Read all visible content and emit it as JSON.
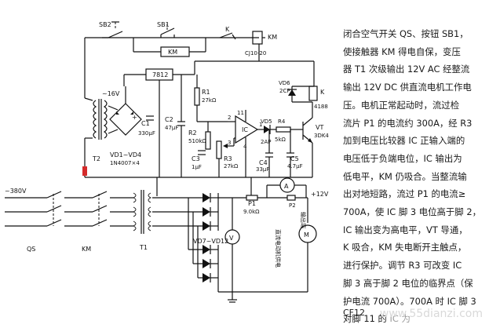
{
  "labels": {
    "sb2": "SB2",
    "sb1": "SB1",
    "k_top": "K",
    "km_coil": "KM",
    "cj": "CJ10-20",
    "km_contact": "KM",
    "ic7812": "7812",
    "v16": "~16V",
    "t2": "T2",
    "c1": "C1",
    "c1v": "330μF",
    "c2": "C2",
    "c2v": "47μF",
    "r1": "R1",
    "r1v": "27kΩ",
    "vd1": "VD1~VD4",
    "vd1t": "1N4007×4",
    "r2": "R2",
    "r2v": "510kΩ",
    "c3": "C3",
    "c3v": "1μF",
    "r3": "R3",
    "r3v": "27kΩ",
    "pin2": "2",
    "pin3": "3",
    "pin11": "11",
    "pin4": "4",
    "pin1": "1",
    "ic_label": "IC",
    "vd5": "VD5",
    "vd5t": "2AP",
    "r4": "R4",
    "r4v": "5kΩ",
    "c4": "C4",
    "c4v": "33μF",
    "c5": "C5",
    "c5v": "4.7μF",
    "vd6": "VD6",
    "vd6t": "2CP",
    "k_coil": "K",
    "k_coil_t": "4188",
    "vt": "VT",
    "vt_t": "3DK4",
    "ac380": "~380V",
    "qs": "QS",
    "km_main": "KM",
    "t1": "T1",
    "p1": "P1",
    "p1v": "9.0kΩ",
    "p2": "P2",
    "plus12": "+12V",
    "ammeter": "A",
    "voltmeter": "V",
    "motor": "M",
    "vd7": "VD7~VD12",
    "output": "输出端",
    "output2": "直流电动机供电"
  },
  "description": {
    "lines": [
      "闭合空气开关 QS、按钮 SB1，",
      "使接触器 KM 得电自保，变压",
      "器 T1 次级输出 12V AC 经整流",
      "输出 12V DC 供直流电机工作电",
      "压。电机正常起动时，流过检",
      "流片 P1 的电流约 300A，经 R3",
      "加到电压比较器 IC 正输入端的",
      "电压低于负端电位，IC 输出为",
      "低电平，KM 仍吸合。当整流输",
      "出对地短路，流过 P1 的电流≥",
      "700A，使 IC 脚 3 电位高于脚 2，",
      "IC 输出变为高电平，VT 导通，",
      "K 吸合，KM 失电断开主触点，",
      "进行保护。调节 R3 可改变 IC",
      "脚 3 高于脚 2 电位的临界点（保",
      "护电流 700A）。700A 时 IC 脚 3",
      "对脚 11 的"
    ],
    "tail": "IC 为",
    "cf": "CF12"
  },
  "watermark": "www.55dianzi.com"
}
